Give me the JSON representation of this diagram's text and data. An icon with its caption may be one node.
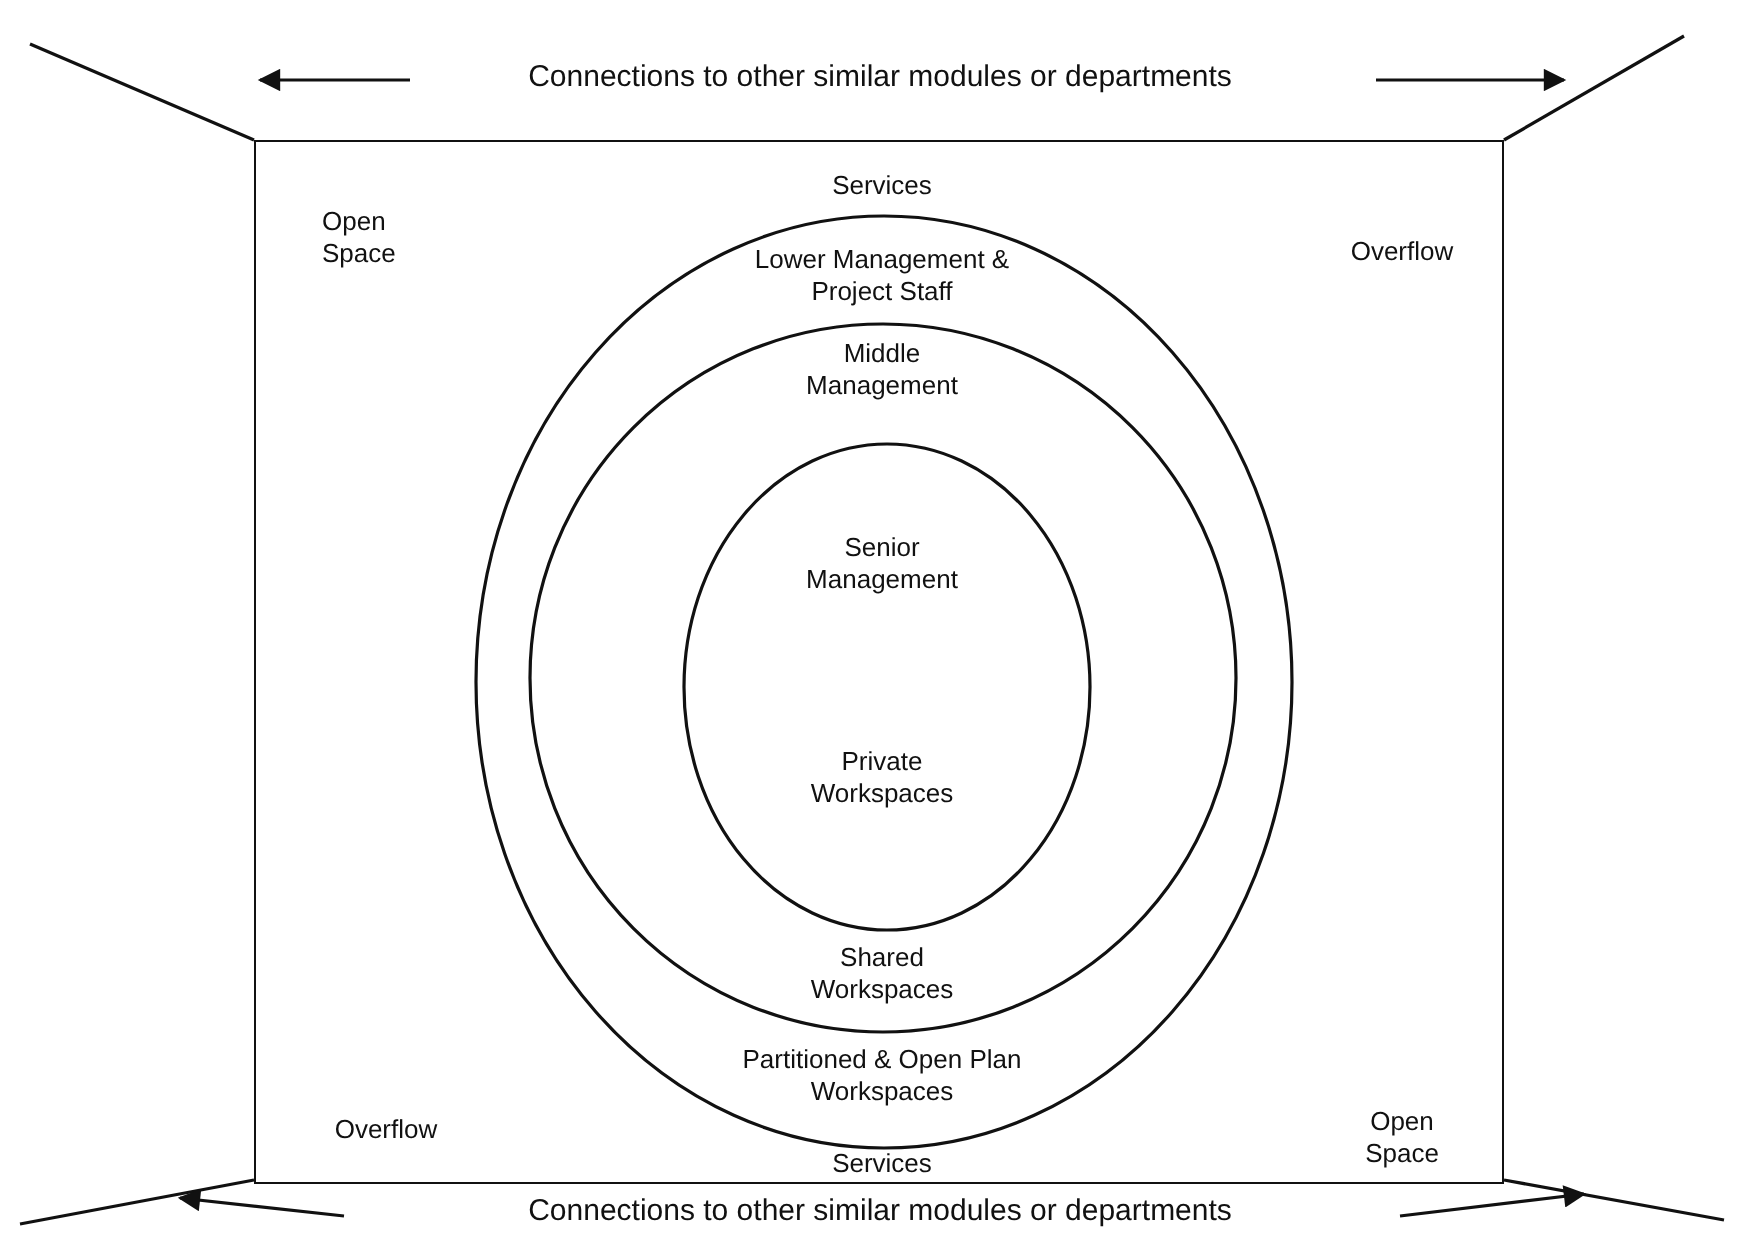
{
  "diagram": {
    "nodes": [
      {
        "text": [
          "Services",
          "Open Space",
          "Overflow",
          "Overflow",
          "Open Space",
          "Services"
        ]
      },
      {
        "text": [
          "Lower Management & Project Staff",
          "Partitioned & Open Plan Workspaces"
        ],
        "in": 0
      },
      {
        "text": [
          "Middle Management",
          "Shared Workspaces"
        ],
        "in": 1
      },
      {
        "text": [
          "Senior Management",
          "Private Workspaces"
        ],
        "in": 2
      }
    ],
    "edges": [],
    "labels": [
      "Connections to other similar modules or departments",
      "Connections to other similar modules or departments"
    ]
  }
}
